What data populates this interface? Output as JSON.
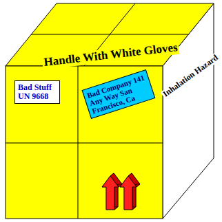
{
  "diagram": {
    "nodes": [
      {
        "text": [
          "Bad Stuff UN 9668"
        ]
      },
      {
        "text": [
          "Bad Company 141 Any Way San Francisco, Ca"
        ]
      }
    ],
    "labels": [
      "Handle With White Gloves",
      "Inhalation Hazard"
    ]
  }
}
